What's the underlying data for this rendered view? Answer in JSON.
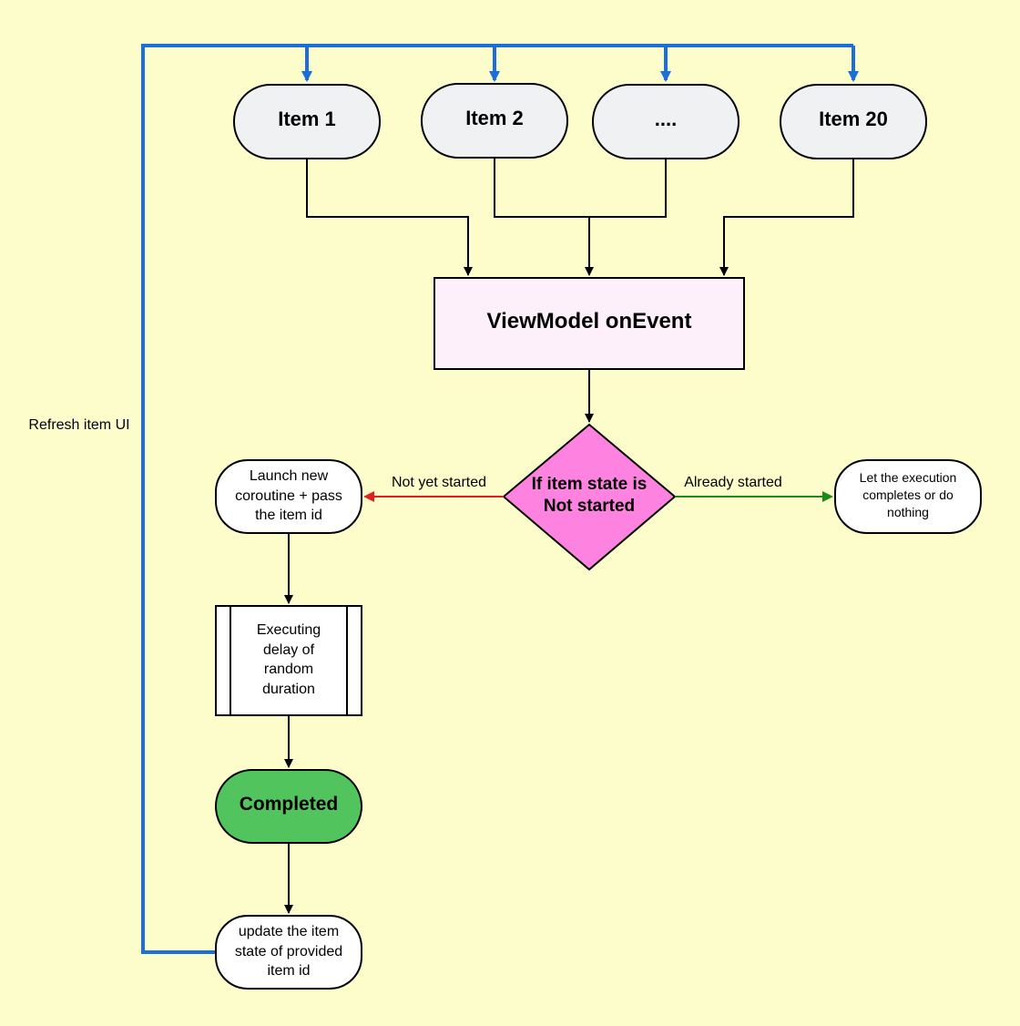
{
  "items": [
    {
      "label": "Item 1"
    },
    {
      "label": "Item 2"
    },
    {
      "label": "...."
    },
    {
      "label": "Item 20"
    }
  ],
  "viewmodel": {
    "label": "ViewModel onEvent"
  },
  "decision": {
    "line1": "If item state is",
    "line2": "Not started"
  },
  "edges": {
    "not_started": "Not yet started",
    "already_started": "Already started",
    "refresh": "Refresh item UI"
  },
  "launch": {
    "lines": [
      "Launch new",
      "coroutine + pass",
      "the item id"
    ]
  },
  "let_exec": {
    "lines": [
      "Let the execution",
      "completes or do",
      "nothing"
    ]
  },
  "executing": {
    "lines": [
      "Executing",
      "delay of",
      "random",
      "duration"
    ]
  },
  "completed": {
    "label": "Completed"
  },
  "update": {
    "lines": [
      "update the item",
      "state of provided",
      "item id"
    ]
  },
  "colors": {
    "background": "#fdfdcb",
    "item_fill": "#f0f1f3",
    "viewmodel_fill": "#fef0fb",
    "decision_fill": "#fe83e0",
    "completed_fill": "#52c45e",
    "feedback_line": "#1a6fd9",
    "not_started_arrow": "#e02020",
    "already_started_arrow": "#1a8a1a"
  }
}
